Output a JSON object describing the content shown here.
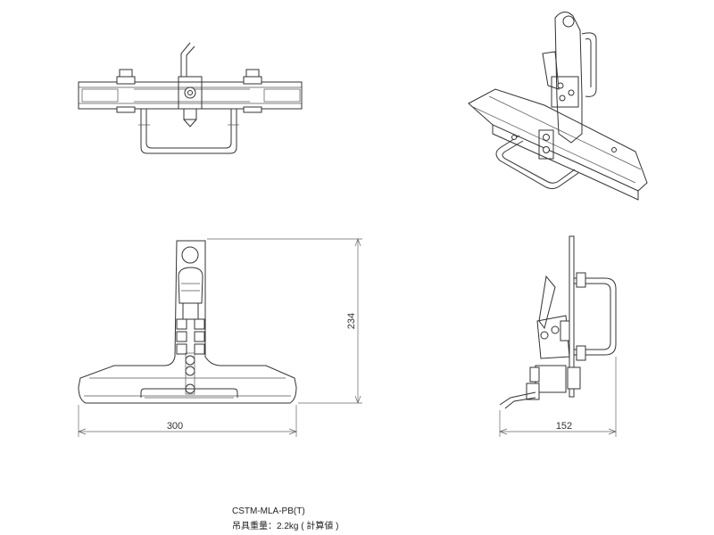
{
  "dimensions": {
    "width_front": "300",
    "height_front": "234",
    "width_side": "152"
  },
  "caption": {
    "model": "CSTM-MLA-PB(T)",
    "weight": "吊具重量：2.2kg ( 計算値 )"
  }
}
